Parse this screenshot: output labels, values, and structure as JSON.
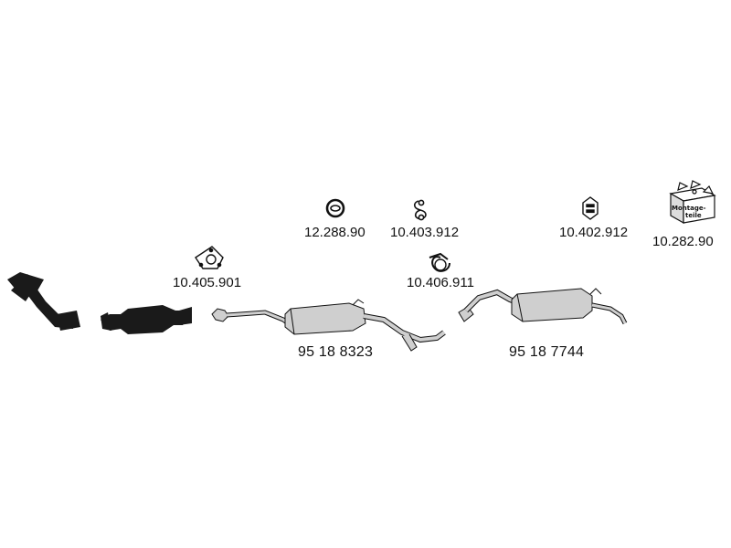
{
  "parts": {
    "downpipe": {
      "icon": "downpipe-icon"
    },
    "catalyst": {
      "icon": "catalytic-converter-icon"
    },
    "front_silencer": {
      "number": "95 18 8323",
      "icon": "front-silencer-icon"
    },
    "rear_silencer": {
      "number": "95 18 7744",
      "icon": "rear-silencer-icon"
    }
  },
  "accessories": {
    "gasket_triangle": {
      "number": "10.405.901",
      "icon": "triangle-gasket-icon"
    },
    "ring_gasket": {
      "number": "12.288.90",
      "icon": "ring-gasket-icon"
    },
    "rubber_hanger": {
      "number": "10.403.912",
      "icon": "rubber-hanger-icon"
    },
    "clamp": {
      "number": "10.406.911",
      "icon": "clamp-icon"
    },
    "mount_rubber": {
      "number": "10.402.912",
      "icon": "mount-rubber-icon"
    },
    "mounting_kit": {
      "number": "10.282.90",
      "icon": "mounting-kit-box-icon",
      "box_text_1": "Montage-",
      "box_text_2": "teile"
    }
  },
  "colors": {
    "ink": "#111111",
    "part_fill": "#cfcfcf",
    "dark_fill": "#1a1a1a"
  }
}
